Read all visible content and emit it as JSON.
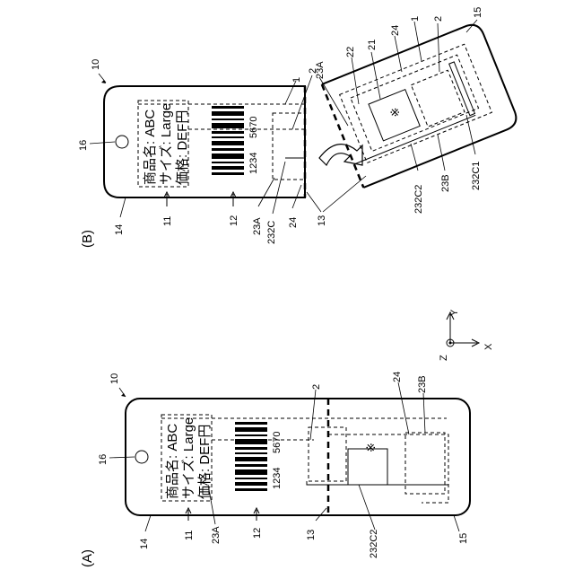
{
  "panels": {
    "a": {
      "caption": "(A)",
      "product_name": "商品名: ABC",
      "size": "サイズ: Large",
      "price": "価格: DEF円",
      "barcode_digits_1": "1234",
      "barcode_digits_2": "5670",
      "refs": {
        "tag": "10",
        "hole": "16",
        "region_14": "14",
        "region_11": "11",
        "region_12": "12",
        "region_13": "13",
        "region_15": "15",
        "ref_23a": "23A",
        "ref_2": "2",
        "ref_24": "24",
        "ref_23b": "23B",
        "ref_232c2": "232C2"
      }
    },
    "b": {
      "caption": "(B)",
      "product_name": "商品名: ABC",
      "size": "サイズ: Large",
      "price": "価格: DEF円",
      "barcode_digits_1": "1234",
      "barcode_digits_2": "5670",
      "refs": {
        "tag": "10",
        "hole": "16",
        "region_14": "14",
        "region_11": "11",
        "region_12": "12",
        "region_13": "13",
        "region_15": "15",
        "ref_1": "1",
        "ref_2": "2",
        "ref_23a_left": "23A",
        "ref_232c": "232C",
        "ref_24_left": "24",
        "ref_23a_right": "23A",
        "ref_22": "22",
        "ref_21": "21",
        "ref_24_right": "24",
        "ref_1_right": "1",
        "ref_2_right": "2",
        "ref_232c2": "232C2",
        "ref_23b": "23B",
        "ref_232c1": "232C1"
      }
    }
  },
  "axes": {
    "x": "X",
    "y": "Y",
    "z": "Z"
  }
}
